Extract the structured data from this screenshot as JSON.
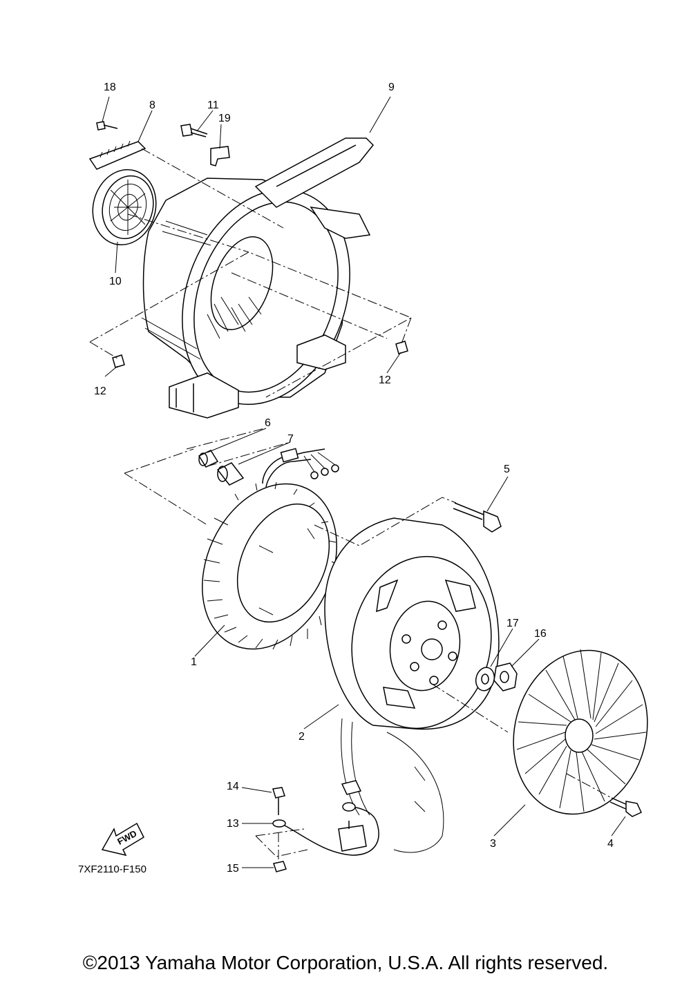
{
  "diagram": {
    "part_callouts": [
      {
        "number": "1"
      },
      {
        "number": "2"
      },
      {
        "number": "3"
      },
      {
        "number": "4"
      },
      {
        "number": "5"
      },
      {
        "number": "6"
      },
      {
        "number": "7"
      },
      {
        "number": "8"
      },
      {
        "number": "9"
      },
      {
        "number": "10"
      },
      {
        "number": "11"
      },
      {
        "number": "12"
      },
      {
        "number": "12"
      },
      {
        "number": "13"
      },
      {
        "number": "14"
      },
      {
        "number": "15"
      },
      {
        "number": "16"
      },
      {
        "number": "17"
      },
      {
        "number": "18"
      },
      {
        "number": "19"
      }
    ],
    "fwd_label": "FWD",
    "diagram_code": "7XF2110-F150"
  },
  "footer": {
    "copyright": "©2013 Yamaha Motor Corporation, U.S.A. All rights reserved."
  }
}
